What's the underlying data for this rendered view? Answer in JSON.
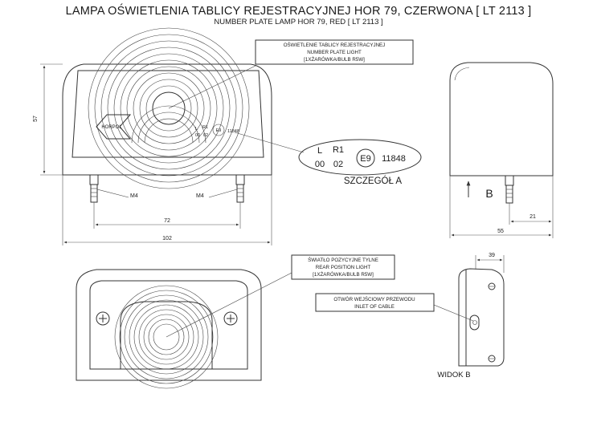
{
  "title": "LAMPA OŚWIETLENIA TABLICY REJESTRACYJNEJ HOR 79, CZERWONA [ LT 2113 ]",
  "subtitle": "NUMBER PLATE LAMP HOR 79, RED [ LT 2113 ]",
  "callouts": {
    "number_plate": [
      "OŚWIETLENIE TABLICY REJESTRACYJNEJ",
      "NUMBER PLATE LIGHT",
      "[1XŻARÓWKA/BULB R5W]"
    ],
    "rear_position": [
      "ŚWIATŁO POZYCYJNE TYLNE",
      "REAR POSITION LIGHT",
      "[1XŻARÓWKA/BULB R5W]"
    ],
    "inlet": [
      "OTWÓR WEJŚCIOWY PRZEWODU",
      "INLET OF CABLE"
    ]
  },
  "brand": "HORPOL",
  "marking": {
    "l": "L",
    "r1": "R1",
    "code_left": "00",
    "code_right": "02",
    "e_mark": "E9",
    "approval": "11848"
  },
  "labels": {
    "detail_a": "SZCZEGÓŁ A",
    "view_b": "WIDOK B",
    "arrow_b": "B"
  },
  "dimensions": {
    "height": "57",
    "thread_left": "M4",
    "thread_right": "M4",
    "stud_spacing": "72",
    "width": "102",
    "side_stud": "21",
    "depth": "55",
    "view_b_width": "39"
  }
}
